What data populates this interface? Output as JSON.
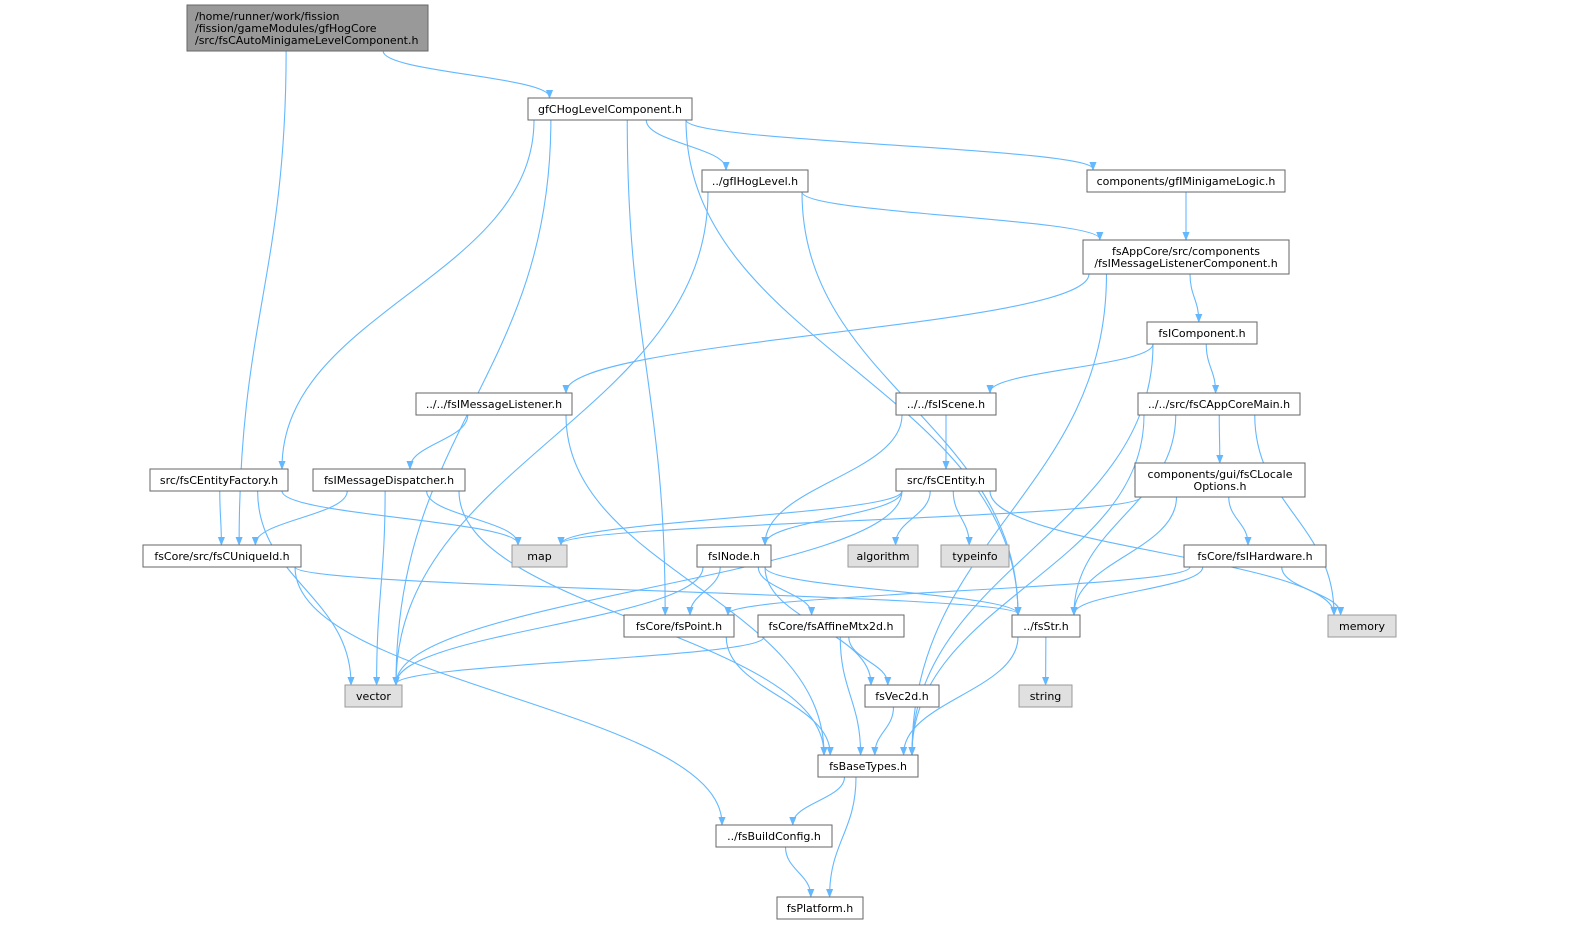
{
  "graph": {
    "nodes": [
      {
        "id": "root",
        "kind": "root",
        "lines": [
          "/home/runner/work/fission",
          "/fission/gameModules/gfHogCore",
          "/src/fsCAutoMinigameLevelComponent.h"
        ]
      },
      {
        "id": "gfCHogLevelComponent",
        "kind": "file",
        "lines": [
          "gfCHogLevelComponent.h"
        ]
      },
      {
        "id": "gfIHogLevel",
        "kind": "file",
        "lines": [
          "../gfIHogLevel.h"
        ]
      },
      {
        "id": "gfIMinigameLogic",
        "kind": "file",
        "lines": [
          "components/gfIMinigameLogic.h"
        ]
      },
      {
        "id": "fsIMessageListenerComponent",
        "kind": "file",
        "lines": [
          "fsAppCore/src/components",
          "/fsIMessageListenerComponent.h"
        ]
      },
      {
        "id": "fsIComponent",
        "kind": "file",
        "lines": [
          "fsIComponent.h"
        ]
      },
      {
        "id": "fsIMessageListener",
        "kind": "file",
        "lines": [
          "../../fsIMessageListener.h"
        ]
      },
      {
        "id": "fsIScene",
        "kind": "file",
        "lines": [
          "../../fsIScene.h"
        ]
      },
      {
        "id": "fsCAppCoreMain",
        "kind": "file",
        "lines": [
          "../../src/fsCAppCoreMain.h"
        ]
      },
      {
        "id": "fsCEntityFactory",
        "kind": "file",
        "lines": [
          "src/fsCEntityFactory.h"
        ]
      },
      {
        "id": "fsIMessageDispatcher",
        "kind": "file",
        "lines": [
          "fsIMessageDispatcher.h"
        ]
      },
      {
        "id": "fsCEntity",
        "kind": "file",
        "lines": [
          "src/fsCEntity.h"
        ]
      },
      {
        "id": "fsCLocaleOptions",
        "kind": "file",
        "lines": [
          "components/gui/fsCLocale",
          "Options.h"
        ]
      },
      {
        "id": "fsCUniqueId",
        "kind": "file",
        "lines": [
          "fsCore/src/fsCUniqueId.h"
        ]
      },
      {
        "id": "map",
        "kind": "sys",
        "lines": [
          "map"
        ]
      },
      {
        "id": "algorithm",
        "kind": "sys",
        "lines": [
          "algorithm"
        ]
      },
      {
        "id": "typeinfo",
        "kind": "sys",
        "lines": [
          "typeinfo"
        ]
      },
      {
        "id": "fsINode",
        "kind": "file",
        "lines": [
          "fsINode.h"
        ]
      },
      {
        "id": "fsIHardware",
        "kind": "file",
        "lines": [
          "fsCore/fsIHardware.h"
        ]
      },
      {
        "id": "fsPoint",
        "kind": "file",
        "lines": [
          "fsCore/fsPoint.h"
        ]
      },
      {
        "id": "fsAffineMtx2d",
        "kind": "file",
        "lines": [
          "fsCore/fsAffineMtx2d.h"
        ]
      },
      {
        "id": "fsStr",
        "kind": "file",
        "lines": [
          "../fsStr.h"
        ]
      },
      {
        "id": "memory",
        "kind": "sys",
        "lines": [
          "memory"
        ]
      },
      {
        "id": "vector",
        "kind": "sys",
        "lines": [
          "vector"
        ]
      },
      {
        "id": "fsVec2d",
        "kind": "file",
        "lines": [
          "fsVec2d.h"
        ]
      },
      {
        "id": "string",
        "kind": "sys",
        "lines": [
          "string"
        ]
      },
      {
        "id": "fsBaseTypes",
        "kind": "file",
        "lines": [
          "fsBaseTypes.h"
        ]
      },
      {
        "id": "fsBuildConfig",
        "kind": "file",
        "lines": [
          "../fsBuildConfig.h"
        ]
      },
      {
        "id": "fsPlatform",
        "kind": "file",
        "lines": [
          "fsPlatform.h"
        ]
      }
    ],
    "edges": [
      [
        "root",
        "gfCHogLevelComponent"
      ],
      [
        "root",
        "fsCUniqueId"
      ],
      [
        "gfCHogLevelComponent",
        "gfIHogLevel"
      ],
      [
        "gfCHogLevelComponent",
        "gfIMinigameLogic"
      ],
      [
        "gfCHogLevelComponent",
        "fsCEntityFactory"
      ],
      [
        "gfCHogLevelComponent",
        "vector"
      ],
      [
        "gfCHogLevelComponent",
        "fsPoint"
      ],
      [
        "gfCHogLevelComponent",
        "fsStr"
      ],
      [
        "gfIHogLevel",
        "fsIMessageListenerComponent"
      ],
      [
        "gfIHogLevel",
        "vector"
      ],
      [
        "gfIHogLevel",
        "fsStr"
      ],
      [
        "gfIMinigameLogic",
        "fsIMessageListenerComponent"
      ],
      [
        "fsIMessageListenerComponent",
        "fsIComponent"
      ],
      [
        "fsIMessageListenerComponent",
        "fsIMessageListener"
      ],
      [
        "fsIMessageListenerComponent",
        "fsBaseTypes"
      ],
      [
        "fsIComponent",
        "fsIScene"
      ],
      [
        "fsIComponent",
        "fsCAppCoreMain"
      ],
      [
        "fsIComponent",
        "fsBaseTypes"
      ],
      [
        "fsIMessageListener",
        "fsIMessageDispatcher"
      ],
      [
        "fsIMessageListener",
        "fsBaseTypes"
      ],
      [
        "fsIScene",
        "fsCEntity"
      ],
      [
        "fsIScene",
        "fsINode"
      ],
      [
        "fsCAppCoreMain",
        "fsCLocaleOptions"
      ],
      [
        "fsCAppCoreMain",
        "memory"
      ],
      [
        "fsCAppCoreMain",
        "fsStr"
      ],
      [
        "fsCAppCoreMain",
        "fsBaseTypes"
      ],
      [
        "fsCEntityFactory",
        "fsCUniqueId"
      ],
      [
        "fsCEntityFactory",
        "map"
      ],
      [
        "fsCEntityFactory",
        "vector"
      ],
      [
        "fsIMessageDispatcher",
        "fsCUniqueId"
      ],
      [
        "fsIMessageDispatcher",
        "map"
      ],
      [
        "fsIMessageDispatcher",
        "vector"
      ],
      [
        "fsIMessageDispatcher",
        "fsBaseTypes"
      ],
      [
        "fsCEntity",
        "map"
      ],
      [
        "fsCEntity",
        "algorithm"
      ],
      [
        "fsCEntity",
        "typeinfo"
      ],
      [
        "fsCEntity",
        "fsINode"
      ],
      [
        "fsCEntity",
        "memory"
      ],
      [
        "fsCEntity",
        "vector"
      ],
      [
        "fsCLocaleOptions",
        "fsIHardware"
      ],
      [
        "fsCLocaleOptions",
        "map"
      ],
      [
        "fsCLocaleOptions",
        "fsStr"
      ],
      [
        "fsCUniqueId",
        "fsStr"
      ],
      [
        "fsCUniqueId",
        "fsBuildConfig"
      ],
      [
        "fsINode",
        "fsPoint"
      ],
      [
        "fsINode",
        "fsAffineMtx2d"
      ],
      [
        "fsINode",
        "fsStr"
      ],
      [
        "fsINode",
        "vector"
      ],
      [
        "fsINode",
        "fsVec2d"
      ],
      [
        "fsIHardware",
        "fsPoint"
      ],
      [
        "fsIHardware",
        "fsStr"
      ],
      [
        "fsIHardware",
        "memory"
      ],
      [
        "fsPoint",
        "fsBaseTypes"
      ],
      [
        "fsAffineMtx2d",
        "vector"
      ],
      [
        "fsAffineMtx2d",
        "fsVec2d"
      ],
      [
        "fsAffineMtx2d",
        "fsBaseTypes"
      ],
      [
        "fsStr",
        "string"
      ],
      [
        "fsStr",
        "fsBaseTypes"
      ],
      [
        "fsVec2d",
        "fsBaseTypes"
      ],
      [
        "fsBaseTypes",
        "fsBuildConfig"
      ],
      [
        "fsBaseTypes",
        "fsPlatform"
      ],
      [
        "fsBuildConfig",
        "fsPlatform"
      ]
    ]
  }
}
